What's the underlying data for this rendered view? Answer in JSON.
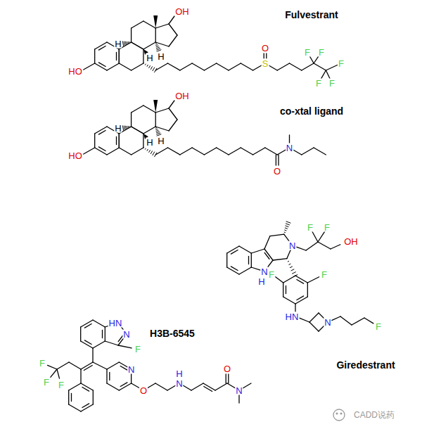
{
  "diagram": {
    "labels": [
      "Fulvestrant",
      "OH",
      "HO",
      "H",
      "H",
      "H",
      "S",
      "O",
      "F",
      "F",
      "F",
      "F",
      "F",
      "co-xtal ligand",
      "OH",
      "HO",
      "H",
      "H",
      "H",
      "O",
      "N",
      "Giredestrant",
      "N",
      "H",
      "N",
      "F",
      "F",
      "OH",
      "F",
      "F",
      "HN",
      "N",
      "F",
      "H3B-6545",
      "HN",
      "N",
      "F",
      "N",
      "O",
      "H",
      "N",
      "O",
      "N",
      "F",
      "F",
      "F",
      "CADD说药"
    ]
  }
}
